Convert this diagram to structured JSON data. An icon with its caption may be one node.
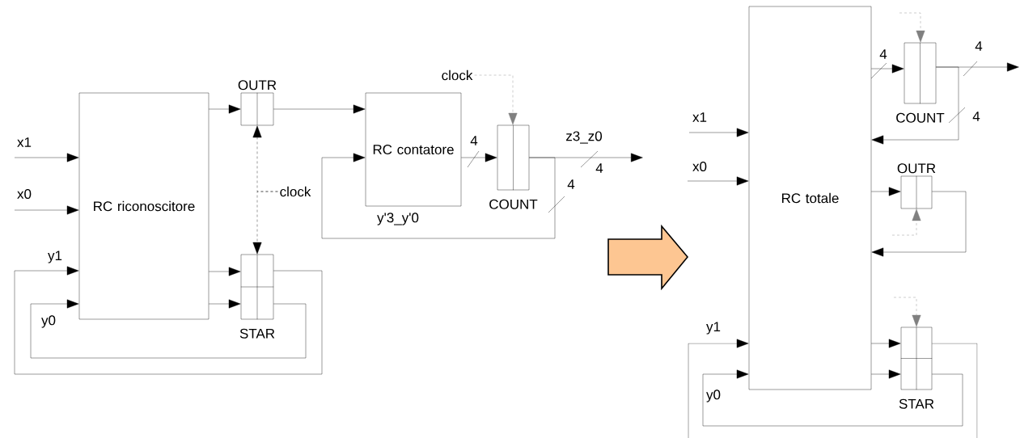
{
  "diagram": {
    "nodes": [
      {
        "text": [
          "RC riconoscitore"
        ]
      },
      {
        "text": [
          "OUTR"
        ]
      },
      {
        "text": [
          "STAR"
        ]
      },
      {
        "text": [
          "RC contatore"
        ]
      },
      {
        "text": [
          "COUNT"
        ]
      },
      {
        "text": [
          "clock"
        ]
      },
      {
        "text": [
          "clock"
        ]
      },
      {
        "text": [
          "RC totale"
        ]
      },
      {
        "text": [
          "COUNT"
        ]
      },
      {
        "text": [
          "OUTR"
        ]
      },
      {
        "text": [
          "STAR"
        ]
      }
    ],
    "edges": [
      {
        "from": null,
        "to": 0,
        "arrow": "to",
        "label": "x1"
      },
      {
        "from": null,
        "to": 0,
        "arrow": "to",
        "label": "x0"
      },
      {
        "from": 0,
        "to": 1,
        "arrow": "to"
      },
      {
        "from": 0,
        "to": 2,
        "arrow": "to"
      },
      {
        "from": 0,
        "to": 2,
        "arrow": "to"
      },
      {
        "from": 2,
        "to": 0,
        "arrow": "to",
        "label": "y1"
      },
      {
        "from": 2,
        "to": 0,
        "arrow": "to",
        "label": "y0"
      },
      {
        "from": 5,
        "to": 1,
        "arrow": "to",
        "style": "dashed"
      },
      {
        "from": 5,
        "to": 2,
        "arrow": "to",
        "style": "dashed"
      },
      {
        "from": 1,
        "to": 3,
        "arrow": "to"
      },
      {
        "from": 3,
        "to": 4,
        "arrow": "to",
        "label": "4"
      },
      {
        "from": 4,
        "to": null,
        "arrow": "to",
        "label": "z3_z0"
      },
      {
        "from": 4,
        "to": 3,
        "arrow": "to",
        "label": "y'3_y'0"
      },
      {
        "from": 6,
        "to": 4,
        "arrow": "to",
        "style": "dashed",
        "color": "#808080"
      },
      {
        "from": null,
        "to": 7,
        "arrow": "to",
        "label": "x1"
      },
      {
        "from": null,
        "to": 7,
        "arrow": "to",
        "label": "x0"
      },
      {
        "from": 7,
        "to": 8,
        "arrow": "to",
        "label": "4"
      },
      {
        "from": 8,
        "to": null,
        "arrow": "to",
        "label": "4"
      },
      {
        "from": 8,
        "to": 7,
        "arrow": "to",
        "label": "4"
      },
      {
        "from": null,
        "to": 8,
        "arrow": "to",
        "style": "dashed",
        "color": "#808080"
      },
      {
        "from": 7,
        "to": 9,
        "arrow": "to"
      },
      {
        "from": 9,
        "to": 7,
        "arrow": "to"
      },
      {
        "from": null,
        "to": 9,
        "arrow": "to",
        "style": "dashed",
        "color": "#808080"
      },
      {
        "from": 7,
        "to": 10,
        "arrow": "to"
      },
      {
        "from": 7,
        "to": 10,
        "arrow": "to"
      },
      {
        "from": 10,
        "to": 7,
        "arrow": "to",
        "label": "y1"
      },
      {
        "from": 10,
        "to": 7,
        "arrow": "to",
        "label": "y0"
      },
      {
        "from": null,
        "to": 10,
        "arrow": "to",
        "style": "dashed",
        "color": "#808080"
      }
    ],
    "labels": [
      "4",
      "4"
    ]
  }
}
